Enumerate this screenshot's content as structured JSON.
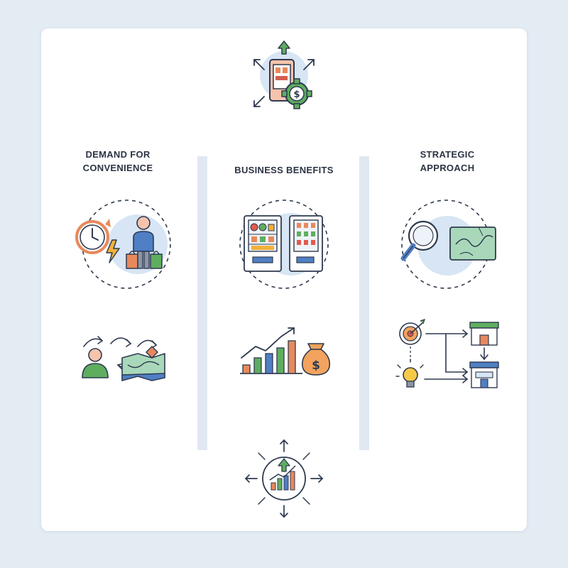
{
  "columns": [
    {
      "title": "DEMAND FOR\nCONVENIENCE"
    },
    {
      "title": "BUSINESS BENEFITS"
    },
    {
      "title": "STRATEGIC\nAPPROACH"
    }
  ],
  "icons": {
    "top": "vending-app-icon",
    "col1_primary": "clock-shopper-icon",
    "col1_secondary": "customer-journey-map-icon",
    "col2_primary": "vending-machines-icon",
    "col2_secondary": "growth-chart-money-icon",
    "col3_primary": "location-research-icon",
    "col3_secondary": "strategy-flow-icon",
    "bottom": "expansion-growth-icon"
  },
  "colors": {
    "background": "#e3ebf3",
    "card": "#ffffff",
    "outline": "#2f3a4f",
    "green": "#5fae5f",
    "orange": "#e8895c",
    "blue": "#4f7fc4",
    "accent_blue": "#d7e5f4"
  }
}
